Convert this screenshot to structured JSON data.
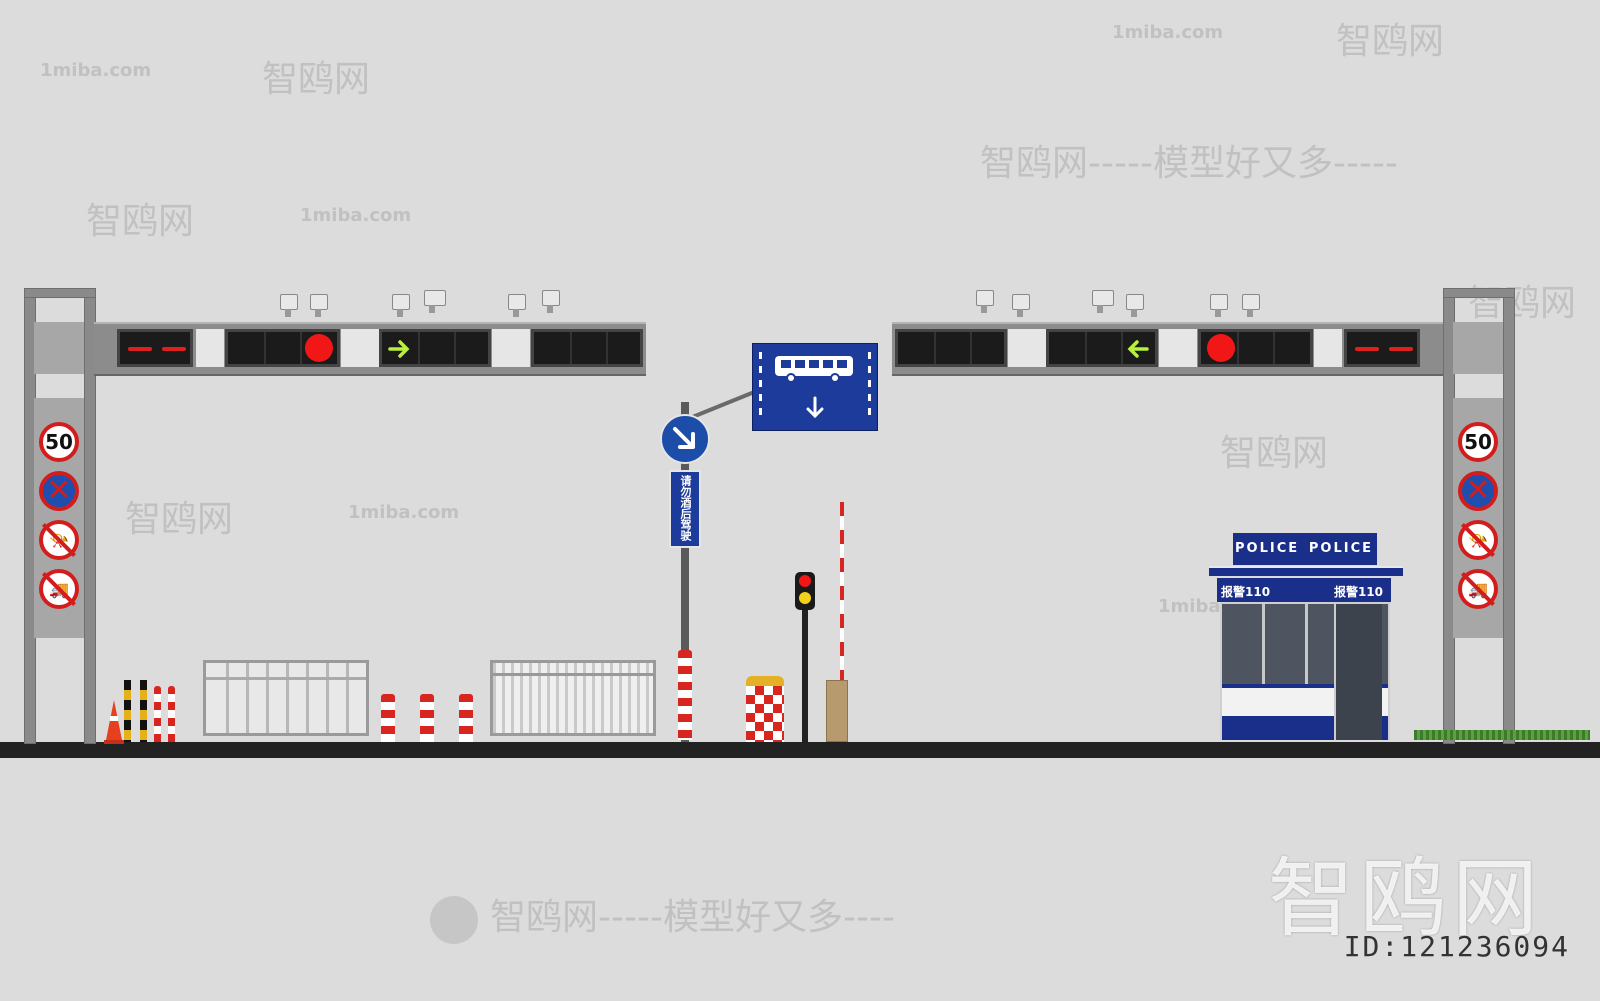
{
  "watermarks": {
    "site": "1miba.com",
    "brand": "智鸥网",
    "slogan": "智鸥网-----模型好又多-----",
    "slogan_bottom": "智鸥网-----模型好又多----",
    "id": "ID:121236094"
  },
  "signs": {
    "speed_limit": "50",
    "drunk_driving_warning": "请勿酒后驾驶",
    "bus_lane_icon": "bus-icon",
    "keep_right_icon": "arrow-down-right-icon"
  },
  "police_booth": {
    "label_left": "POLICE",
    "label_right": "POLICE",
    "hotline_left": "报警110",
    "hotline_right": "报警110"
  },
  "colors": {
    "background": "#dcdcdc",
    "sign_blue": "#1c3b9a",
    "signal_red": "#f11717",
    "arrow_green": "#b8f03c"
  }
}
